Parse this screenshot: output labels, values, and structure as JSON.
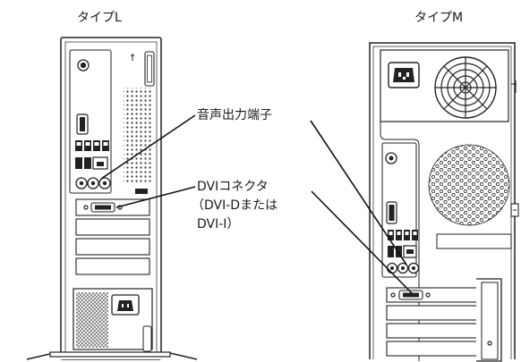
{
  "titles": {
    "left": "タイプL",
    "right": "タイプM"
  },
  "callouts": {
    "audio": "音声出力端子",
    "dvi_line1": "DVIコネクタ",
    "dvi_line2": "（DVI-Dまたは",
    "dvi_line3": "DVI-I）"
  }
}
